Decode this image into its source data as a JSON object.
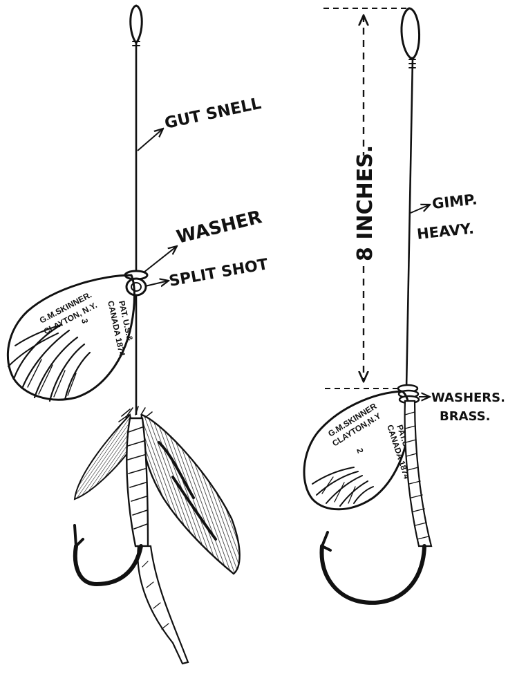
{
  "left_lure": {
    "labels": {
      "gut_snell": "GUT SNELL",
      "washer": "WASHER",
      "split_shot": "SPLIT SHOT"
    },
    "blade": {
      "maker": "G.M.SKINNER.",
      "place": "CLAYTON, N.Y.",
      "patent_line1": "PAT. U.S.&",
      "patent_line2": "CANADA 1874",
      "size": "3"
    }
  },
  "right_lure": {
    "labels": {
      "length": "8 INCHES.",
      "gimp": "GIMP.",
      "heavy": "HEAVY.",
      "washers": "WASHERS.",
      "brass": "BRASS."
    },
    "blade": {
      "maker": "G.M.SKINNER",
      "place": "CLAYTON,N.Y",
      "patent_line1": "PAT.U.S.&",
      "patent_line2": "CANADA 1874",
      "size": "2"
    }
  },
  "colors": {
    "ink": "#111111",
    "paper": "#ffffff"
  }
}
